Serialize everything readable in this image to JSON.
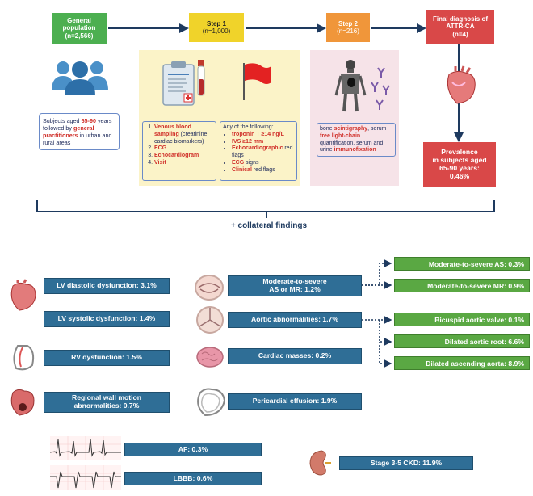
{
  "flow": {
    "general": "General\npopulation\n(n=2,566)",
    "step1_title": "Step 1",
    "step1_n": "(n=1,000)",
    "step2_title": "Step 2",
    "step2_n": "(n=216)",
    "final": "Final diagnosis of\nATTR-CA\n(n=4)"
  },
  "subjects": {
    "pre": "Subjects aged ",
    "age": "65-90",
    "mid": " years followed by ",
    "gp": "general practitioners",
    "post": " in urban and rural areas"
  },
  "step1_list": [
    {
      "red": "Venous blood sampling",
      "rest": " (creatinine, cardiac biomarkers)"
    },
    {
      "red": "ECG",
      "rest": ""
    },
    {
      "red": "Echocardiogram",
      "rest": ""
    },
    {
      "red": "Visit",
      "rest": ""
    }
  ],
  "step1_any_title": "Any of the following:",
  "step1_flags": [
    {
      "red": "troponin T ≥14 ng/L",
      "rest": ""
    },
    {
      "red": "IVS ≥12 mm",
      "rest": ""
    },
    {
      "red": "Echocardiographic",
      "rest": " red flags"
    },
    {
      "red": "ECG",
      "rest": " signs"
    },
    {
      "red": "Clinical",
      "rest": " red flags"
    }
  ],
  "step2_text": {
    "a": "bone ",
    "b": "scintigraphy",
    "c": ", serum ",
    "d": "free light-chain",
    "e": " quantification, serum and urine ",
    "f": "immunofixation"
  },
  "prevalence": "Prevalence\nin subjects aged\n65-90 years:\n0.46%",
  "collateral": "+ collateral findings",
  "left_findings": {
    "lv_diastolic": "LV diastolic dysfunction: 3.1%",
    "lv_systolic": "LV systolic dysfunction: 1.4%",
    "rv": "RV dysfunction: 1.5%",
    "rwma": "Regional wall motion\nabnormalities: 0.7%"
  },
  "mid_findings": {
    "as_mr": "Moderate-to-severe\nAS or MR: 1.2%",
    "aortic": "Aortic abnormalities: 1.7%",
    "masses": "Cardiac masses: 0.2%",
    "pericardial": "Pericardial effusion: 1.9%"
  },
  "right_findings": {
    "as": "Moderate-to-severe AS: 0.3%",
    "mr": "Moderate-to-severe MR: 0.9%",
    "bicuspid": "Bicuspid aortic valve: 0.1%",
    "root": "Dilated aortic root: 6.6%",
    "ascending": "Dilated ascending aorta: 8.9%"
  },
  "ecg_findings": {
    "af": "AF: 0.3%",
    "lbbb": "LBBB: 0.6%"
  },
  "ckd": "Stage 3-5 CKD: 11.9%",
  "colors": {
    "green": "#4caf50",
    "yellow": "#f0d32a",
    "orange": "#f0963a",
    "red": "#d94848",
    "blue": "#2f6e96",
    "navy": "#1e3a5f"
  }
}
